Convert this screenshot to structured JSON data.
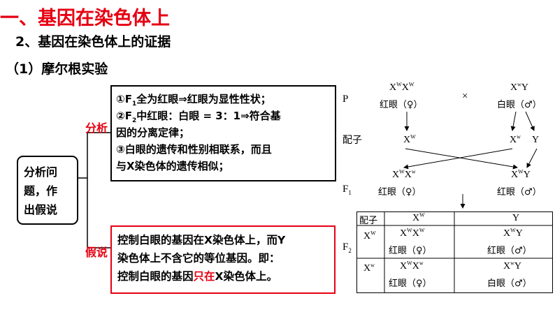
{
  "heading": "一、基因在染色体上",
  "subheading": "2、基因在染色体上的证据",
  "section": "（1）摩尔根实验",
  "root_box": {
    "line1": "分析问",
    "line2": "题，作",
    "line3": "出假说"
  },
  "label_analysis": "分析",
  "label_hypothesis": "假说",
  "evidence": {
    "l1_pre": "①F",
    "l1_sub": "1",
    "l1_post": "全为红眼⇒红眼为显性性状；",
    "l2_pre": "②F",
    "l2_sub": "2",
    "l2_post": "中红眼：白眼 = 3：1⇒符合基",
    "l3": "因的分离定律；",
    "l4": "③白眼的遗传和性别相联系，而且",
    "l5": "与X染色体的遗传相似；"
  },
  "hypothesis": {
    "l1": "控制白眼的基因在X染色体上，而Y",
    "l2": "染色体上不含它的等位基因。即：",
    "l3_pre": "控制白眼的基因",
    "l3_hl": "只在",
    "l3_post": "X染色体上。"
  },
  "cross": {
    "row_p": "P",
    "row_gamete": "配子",
    "row_f1_main": "F",
    "row_f1_sub": "1",
    "row_f2_main": "F",
    "row_f2_sub": "2",
    "times": "×",
    "female_genotype_a": "X",
    "female_sup_a": "W",
    "female_genotype_b": "X",
    "female_sup_b": "W",
    "female_pheno": "红眼（♀）",
    "male_genotype_a": "X",
    "male_sup_a": "w",
    "male_genotype_b": "Y",
    "male_pheno": "白眼（♂）",
    "gamete1_a": "X",
    "gamete1_sup": "W",
    "gamete2_a": "X",
    "gamete2_sup": "w",
    "gamete3": "Y",
    "f1_left_a": "X",
    "f1_left_sup_a": "W",
    "f1_left_b": "X",
    "f1_left_sup_b": "w",
    "f1_left_pheno": "红眼（♀）",
    "f1_right_a": "X",
    "f1_right_sup": "W",
    "f1_right_b": "Y",
    "f1_right_pheno": "红眼（♂）"
  },
  "punnett": {
    "corner": "配子",
    "col1_a": "X",
    "col1_sup": "W",
    "col2": "Y",
    "row1_a": "X",
    "row1_sup": "W",
    "row2_a": "X",
    "row2_sup": "w",
    "c11_g": "X",
    "c11_s1": "W",
    "c11_g2": "X",
    "c11_s2": "W",
    "c11_p": "红眼（♀）",
    "c12_g": "X",
    "c12_s1": "W",
    "c12_g2": "Y",
    "c12_p": "红眼（♂）",
    "c21_g": "X",
    "c21_s1": "W",
    "c21_g2": "X",
    "c21_s2": "w",
    "c21_p": "红眼（♀）",
    "c22_g": "X",
    "c22_s1": "w",
    "c22_g2": "Y",
    "c22_p": "白眼（♂）"
  }
}
